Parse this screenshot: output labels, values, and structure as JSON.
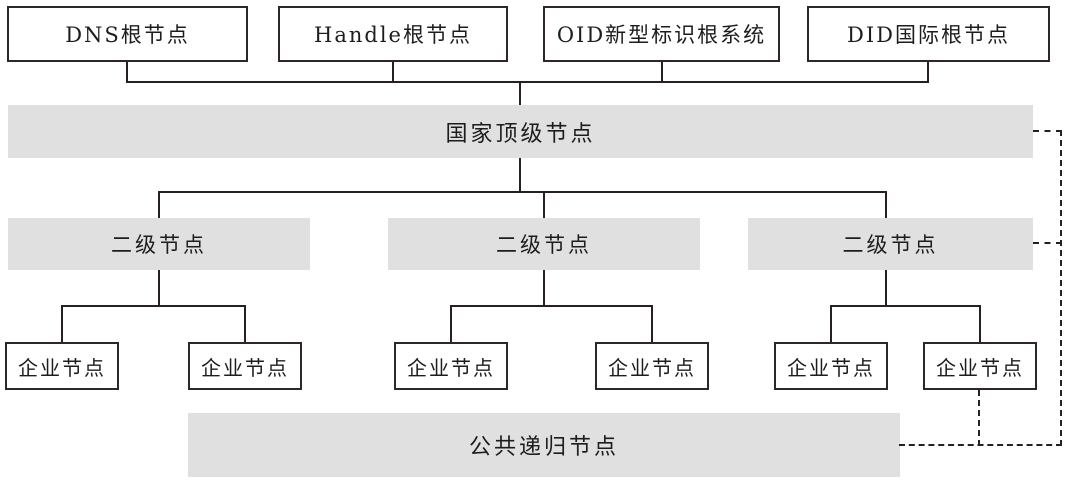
{
  "diagram": {
    "title_hint": "identifier-resolution-hierarchy",
    "root_nodes": [
      {
        "label": "DNS根节点"
      },
      {
        "label": "Handle根节点"
      },
      {
        "label": "OID新型标识根系统"
      },
      {
        "label": "DID国际根节点"
      }
    ],
    "national_node": {
      "label": "国家顶级节点"
    },
    "second_level_nodes": [
      {
        "label": "二级节点"
      },
      {
        "label": "二级节点"
      },
      {
        "label": "二级节点"
      }
    ],
    "enterprise_nodes": [
      {
        "label": "企业节点"
      },
      {
        "label": "企业节点"
      },
      {
        "label": "企业节点"
      },
      {
        "label": "企业节点"
      },
      {
        "label": "企业节点"
      },
      {
        "label": "企业节点"
      }
    ],
    "recursive_node": {
      "label": "公共递归节点"
    },
    "colors": {
      "background": "#ffffff",
      "bar_fill": "#e0e0e0",
      "line": "#262020",
      "box_border": "#2d2727",
      "text": "#1d1d1d"
    }
  }
}
